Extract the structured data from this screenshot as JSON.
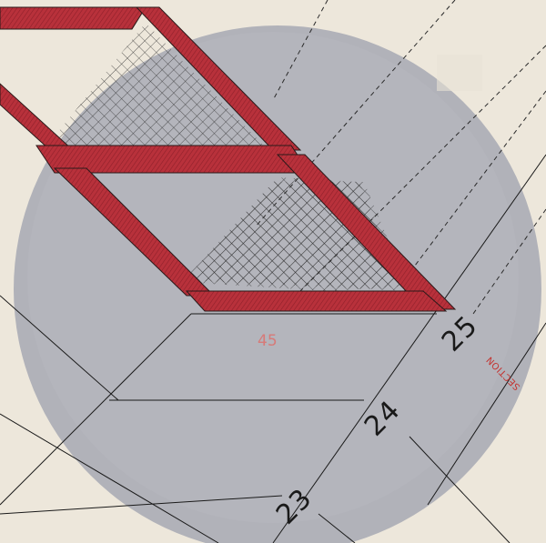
{
  "sleeve": {
    "speed_label": "45",
    "section_word": "SECTION",
    "section_numbers": [
      "23",
      "24",
      "25"
    ]
  },
  "colors": {
    "paper": "#f0ebe1",
    "disc": "#b1b2b9",
    "stripe": "#b8313b",
    "ink": "#1a1a1a",
    "speed": "#d77a78"
  }
}
